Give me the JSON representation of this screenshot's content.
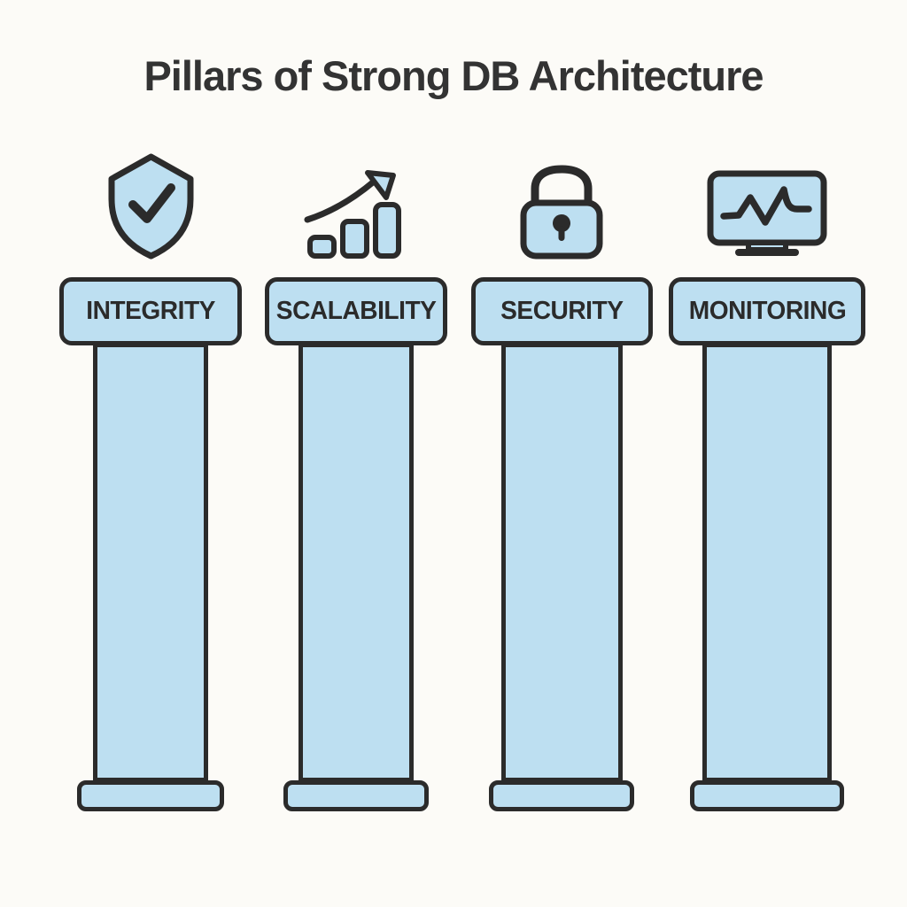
{
  "title": "Pillars of Strong DB Architecture",
  "colors": {
    "pillar_fill": "#BDDFF1",
    "outline": "#2B2B2B",
    "background": "#FCFBF7",
    "title_text": "#333333"
  },
  "pillars": [
    {
      "label": "INTEGRITY",
      "icon": "shield-check-icon"
    },
    {
      "label": "SCALABILITY",
      "icon": "growth-chart-icon"
    },
    {
      "label": "SECURITY",
      "icon": "padlock-icon"
    },
    {
      "label": "MONITORING",
      "icon": "monitor-waveform-icon"
    }
  ]
}
